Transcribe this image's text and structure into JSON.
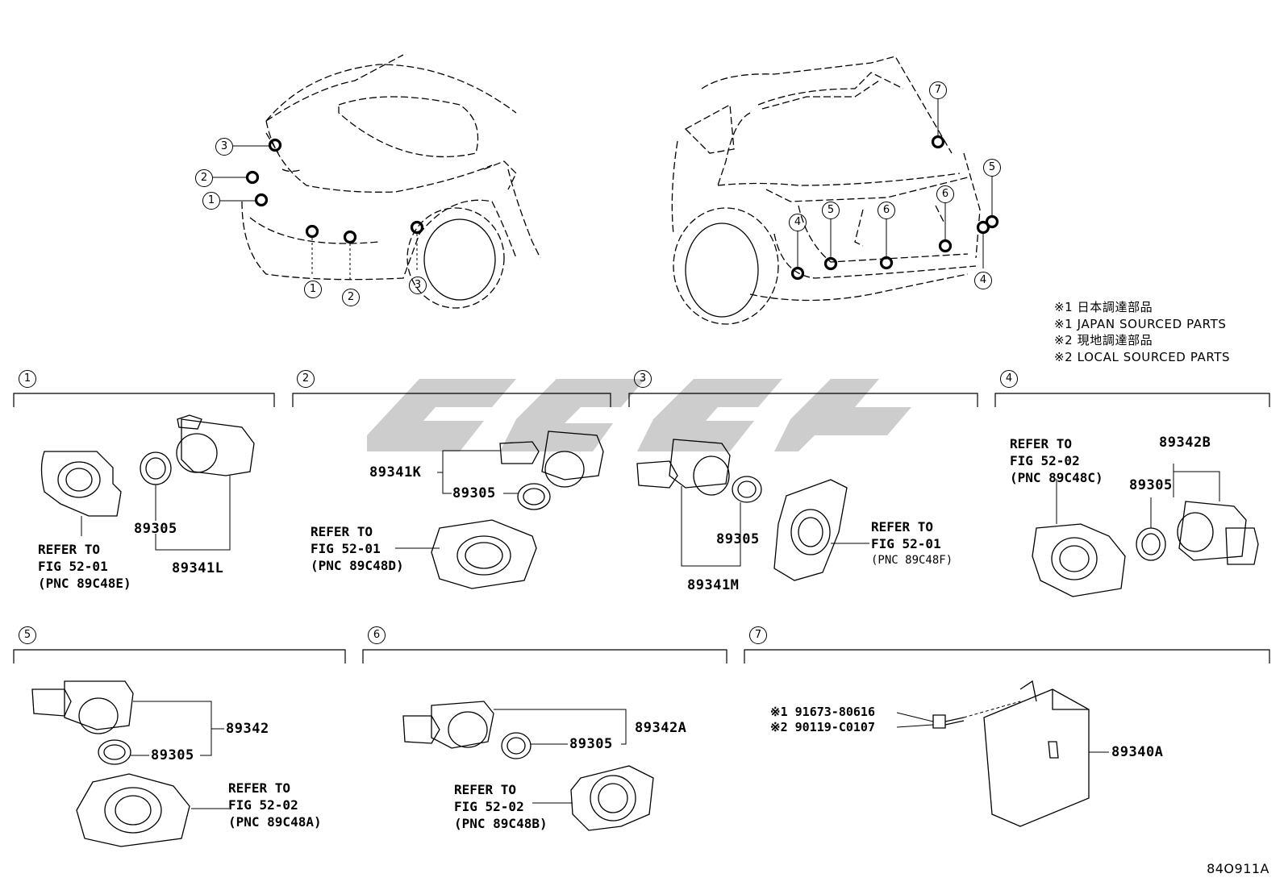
{
  "notes": [
    "※1 日本調達部品",
    "※1 JAPAN SOURCED PARTS",
    "※2 現地調達部品",
    "※2 LOCAL SOURCED PARTS"
  ],
  "callouts": {
    "front": [
      "1",
      "2",
      "3",
      "1",
      "2",
      "3"
    ],
    "rear": [
      "7",
      "5",
      "4",
      "5",
      "6",
      "6",
      "4"
    ]
  },
  "sections": [
    "1",
    "2",
    "3",
    "4",
    "5",
    "6",
    "7"
  ],
  "parts": {
    "s1_ring": "89305",
    "s1_sensor": "89341L",
    "s2_sensor": "89341K",
    "s2_ring": "89305",
    "s3_ring": "89305",
    "s3_sensor": "89341M",
    "s4_sensor": "89342B",
    "s4_ring": "89305",
    "s5_sensor": "89342",
    "s5_ring": "89305",
    "s6_sensor": "89342A",
    "s6_ring": "89305",
    "s7_module": "89340A",
    "s7_bolt1": "※1 91673-80616",
    "s7_bolt2": "※2 90119-C0107"
  },
  "refs": {
    "s1": [
      "REFER TO",
      "FIG 52-01",
      "(PNC 89C48E)"
    ],
    "s2": [
      "REFER TO",
      "FIG 52-01",
      "(PNC 89C48D)"
    ],
    "s3": [
      "REFER TO",
      "FIG 52-01",
      "(PNC 89C48F)"
    ],
    "s4": [
      "REFER TO",
      "FIG 52-02",
      "(PNC 89C48C)"
    ],
    "s5": [
      "REFER TO",
      "FIG 52-02",
      "(PNC 89C48A)"
    ],
    "s6": [
      "REFER TO",
      "FIG 52-02",
      "(PNC 89C48B)"
    ]
  },
  "figure_id": "84O911A",
  "colors": {
    "ink": "#000000",
    "watermark": "#c8c8c8"
  }
}
